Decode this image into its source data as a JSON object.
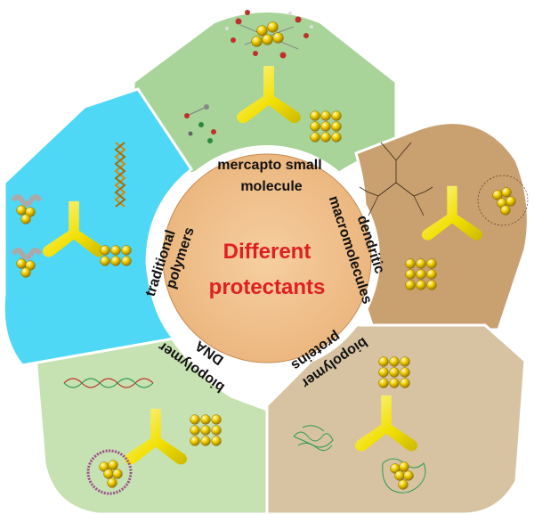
{
  "title_lines": [
    "Different",
    "protectants"
  ],
  "segments": [
    {
      "id": "mercapto",
      "lines": [
        "mercapto small",
        "molecule"
      ]
    },
    {
      "id": "dendritic",
      "lines": [
        "dendritic",
        "macromolecules"
      ]
    },
    {
      "id": "proteins",
      "lines": [
        "biopolymer",
        "proteins"
      ]
    },
    {
      "id": "dna",
      "lines": [
        "biopolymer",
        "DNA"
      ]
    },
    {
      "id": "polymers",
      "lines": [
        "traditional",
        "polymers"
      ]
    }
  ],
  "colors": {
    "center": "#f2c490",
    "mercapto_panel": "#a8d49a",
    "dendritic_panel": "#c9a070",
    "proteins_panel": "#d7c3a2",
    "dna_panel": "#c7e2b2",
    "polymers_panel": "#4fd8f5",
    "y_shape": "#f0e000",
    "gold_sphere": "#e6c200"
  },
  "icons": [
    "y-shape-icon",
    "nanoparticle-grid-icon",
    "gold-cluster-icon",
    "helix-icon",
    "dendrimer-icon",
    "protein-icon",
    "dna-strand-icon",
    "molecule-icon"
  ]
}
